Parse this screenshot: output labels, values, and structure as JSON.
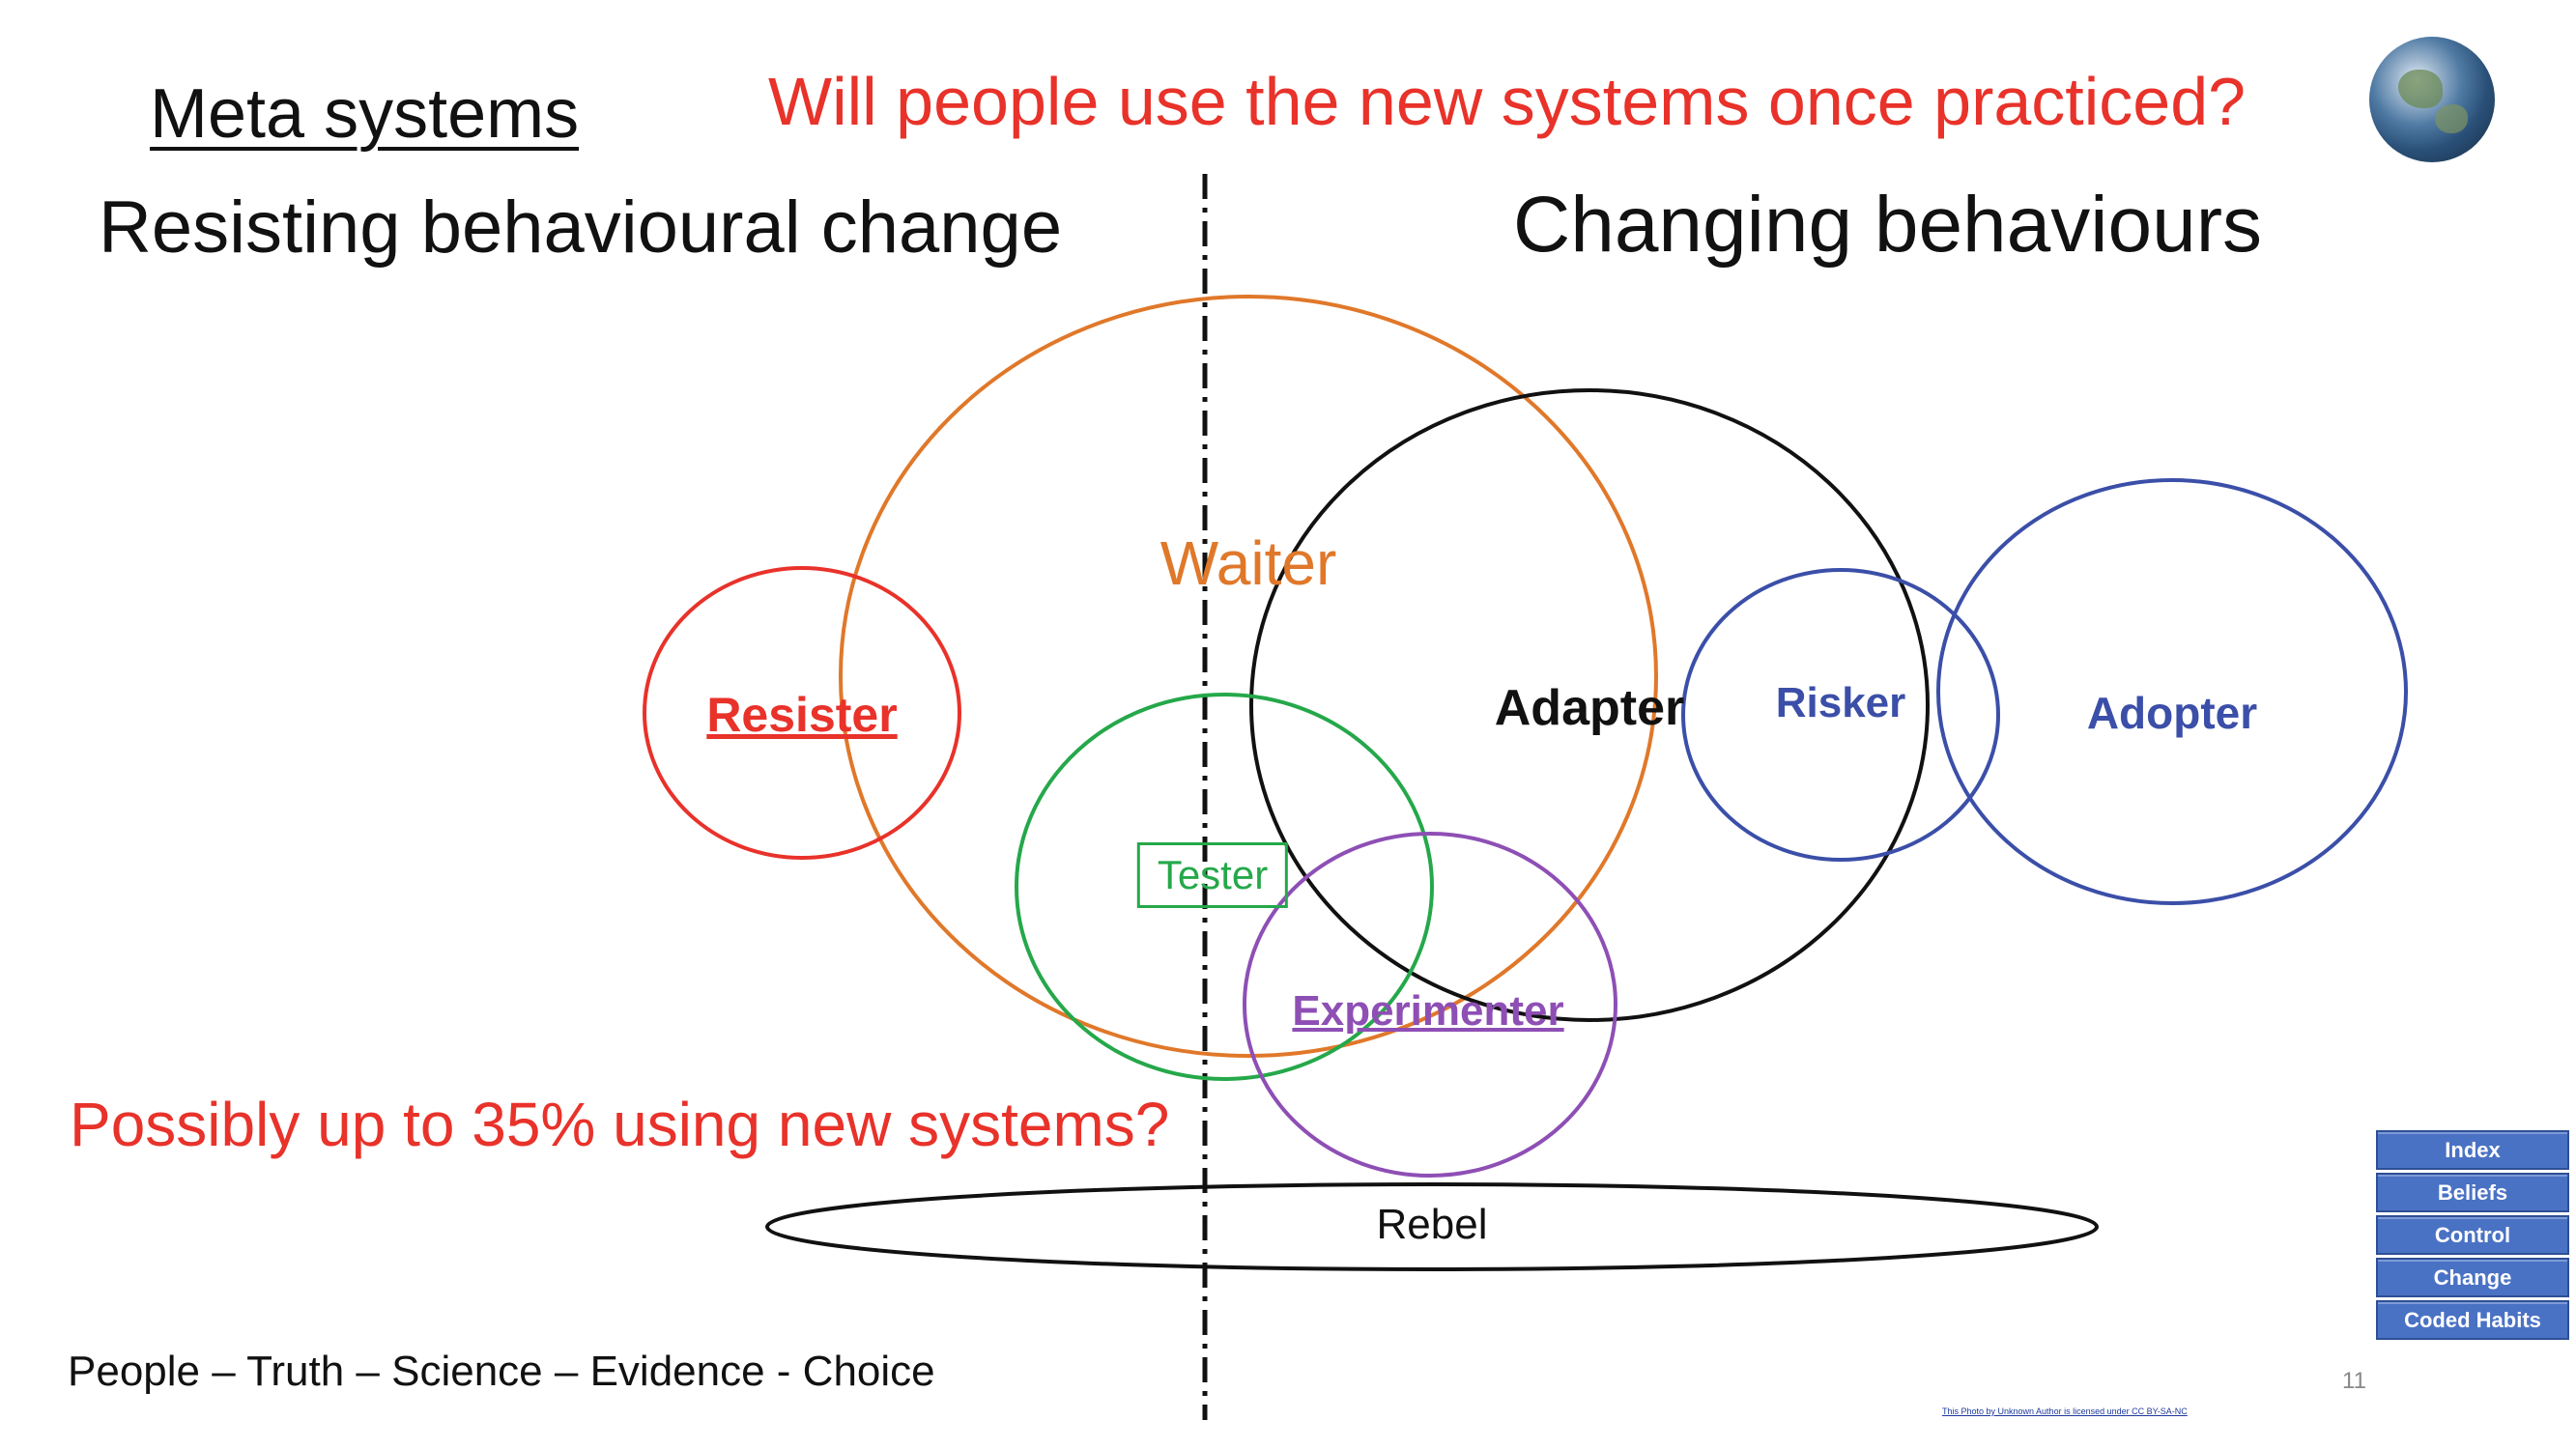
{
  "title": "Meta systems",
  "question": "Will people use the new systems once practiced?",
  "left_heading": "Resisting behavioural change",
  "right_heading": "Changing behaviours",
  "groups": {
    "waiter": "Waiter",
    "resister": "Resister",
    "adapter": "Adapter",
    "risker": "Risker",
    "adopter": "Adopter",
    "tester": "Tester",
    "experimenter": "Experimenter",
    "rebel": "Rebel"
  },
  "estimate": "Possibly up to 35% using new systems?",
  "motto": "People – Truth – Science – Evidence - Choice",
  "page_number": "11",
  "credit": "This Photo by Unknown Author is licensed under CC BY-SA-NC",
  "nav": [
    "Index",
    "Beliefs",
    "Control",
    "Change",
    "Coded Habits"
  ],
  "icons": {
    "globe": "earth-globe-icon"
  },
  "colors": {
    "waiter": "#e0782a",
    "resister": "#e8322a",
    "adapter": "#111111",
    "risker": "#3b4fa8",
    "adopter": "#3b4fa8",
    "tester": "#25a84a",
    "experimenter": "#8e4fb5",
    "rebel": "#111111",
    "question": "#e8322a",
    "nav_button": "#4a72c4"
  }
}
